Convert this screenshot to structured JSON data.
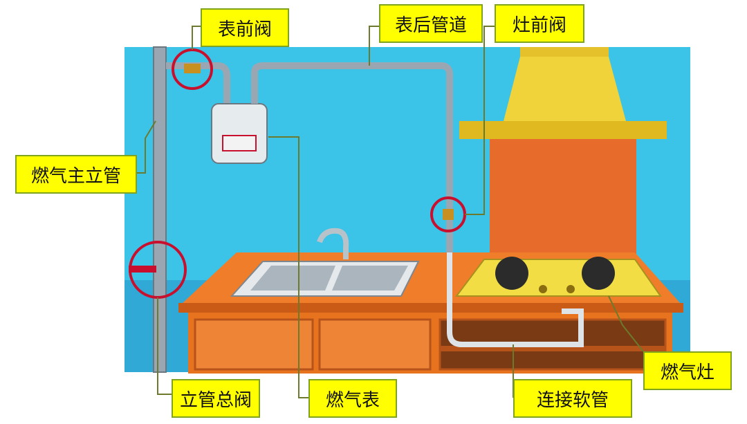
{
  "labels": {
    "meter_front_valve": "表前阀",
    "post_meter_pipe": "表后管道",
    "stove_front_valve": "灶前阀",
    "gas_main_riser": "燃气主立管",
    "riser_main_valve": "立管总阀",
    "gas_meter": "燃气表",
    "connecting_hose": "连接软管",
    "gas_stove": "燃气灶"
  },
  "colors": {
    "wall": "#3cc3e8",
    "cabinet": "#e8731f",
    "counter": "#f07d2a",
    "hood": "#f0d23a",
    "backsplash": "#e76b2a",
    "pipe": "#9aa7b2",
    "highlight_circle": "#c8102e",
    "label_bg": "#ffff00",
    "label_border": "#7fa31d"
  }
}
